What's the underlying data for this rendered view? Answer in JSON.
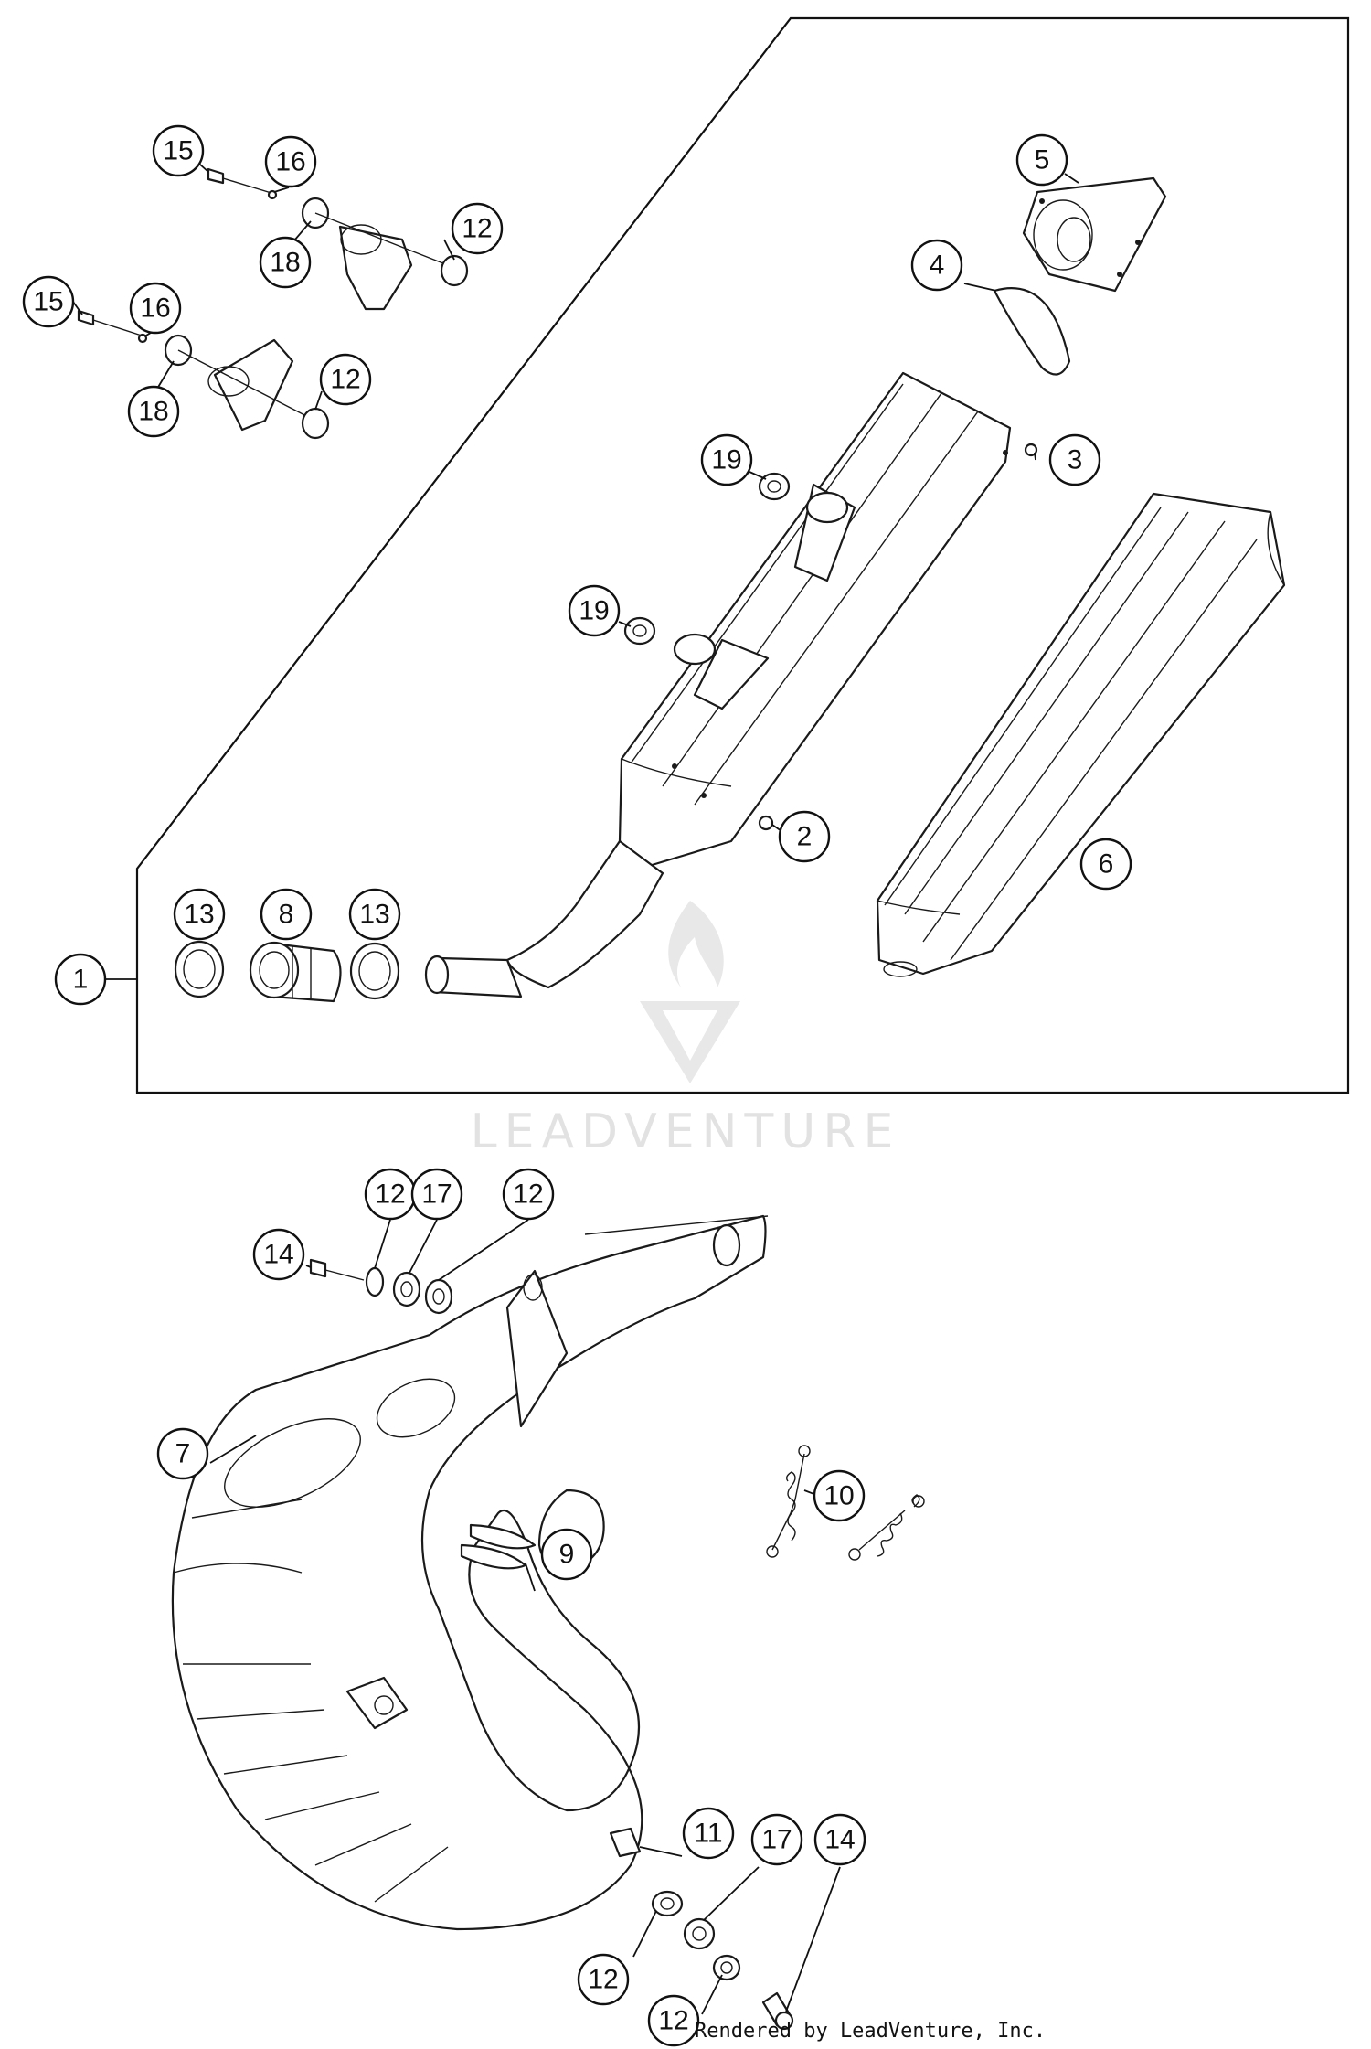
{
  "watermark": {
    "brand_text": "LEADVENTURE"
  },
  "credit": {
    "text": "Rendered by LeadVenture, Inc."
  },
  "callouts": [
    {
      "key": "c1",
      "label": "1"
    },
    {
      "key": "c2",
      "label": "2"
    },
    {
      "key": "c3",
      "label": "3"
    },
    {
      "key": "c4",
      "label": "4"
    },
    {
      "key": "c5",
      "label": "5"
    },
    {
      "key": "c6",
      "label": "6"
    },
    {
      "key": "c7",
      "label": "7"
    },
    {
      "key": "c8",
      "label": "8"
    },
    {
      "key": "c9",
      "label": "9"
    },
    {
      "key": "c10",
      "label": "10"
    },
    {
      "key": "c11",
      "label": "11"
    },
    {
      "key": "c12a",
      "label": "12"
    },
    {
      "key": "c12b",
      "label": "12"
    },
    {
      "key": "c12c",
      "label": "12"
    },
    {
      "key": "c12d",
      "label": "12"
    },
    {
      "key": "c12e",
      "label": "12"
    },
    {
      "key": "c12f",
      "label": "12"
    },
    {
      "key": "c13a",
      "label": "13"
    },
    {
      "key": "c13b",
      "label": "13"
    },
    {
      "key": "c14a",
      "label": "14"
    },
    {
      "key": "c14b",
      "label": "14"
    },
    {
      "key": "c15a",
      "label": "15"
    },
    {
      "key": "c15b",
      "label": "15"
    },
    {
      "key": "c16a",
      "label": "16"
    },
    {
      "key": "c16b",
      "label": "16"
    },
    {
      "key": "c17a",
      "label": "17"
    },
    {
      "key": "c17b",
      "label": "17"
    },
    {
      "key": "c18a",
      "label": "18"
    },
    {
      "key": "c18b",
      "label": "18"
    },
    {
      "key": "c19a",
      "label": "19"
    },
    {
      "key": "c19b",
      "label": "19"
    }
  ]
}
